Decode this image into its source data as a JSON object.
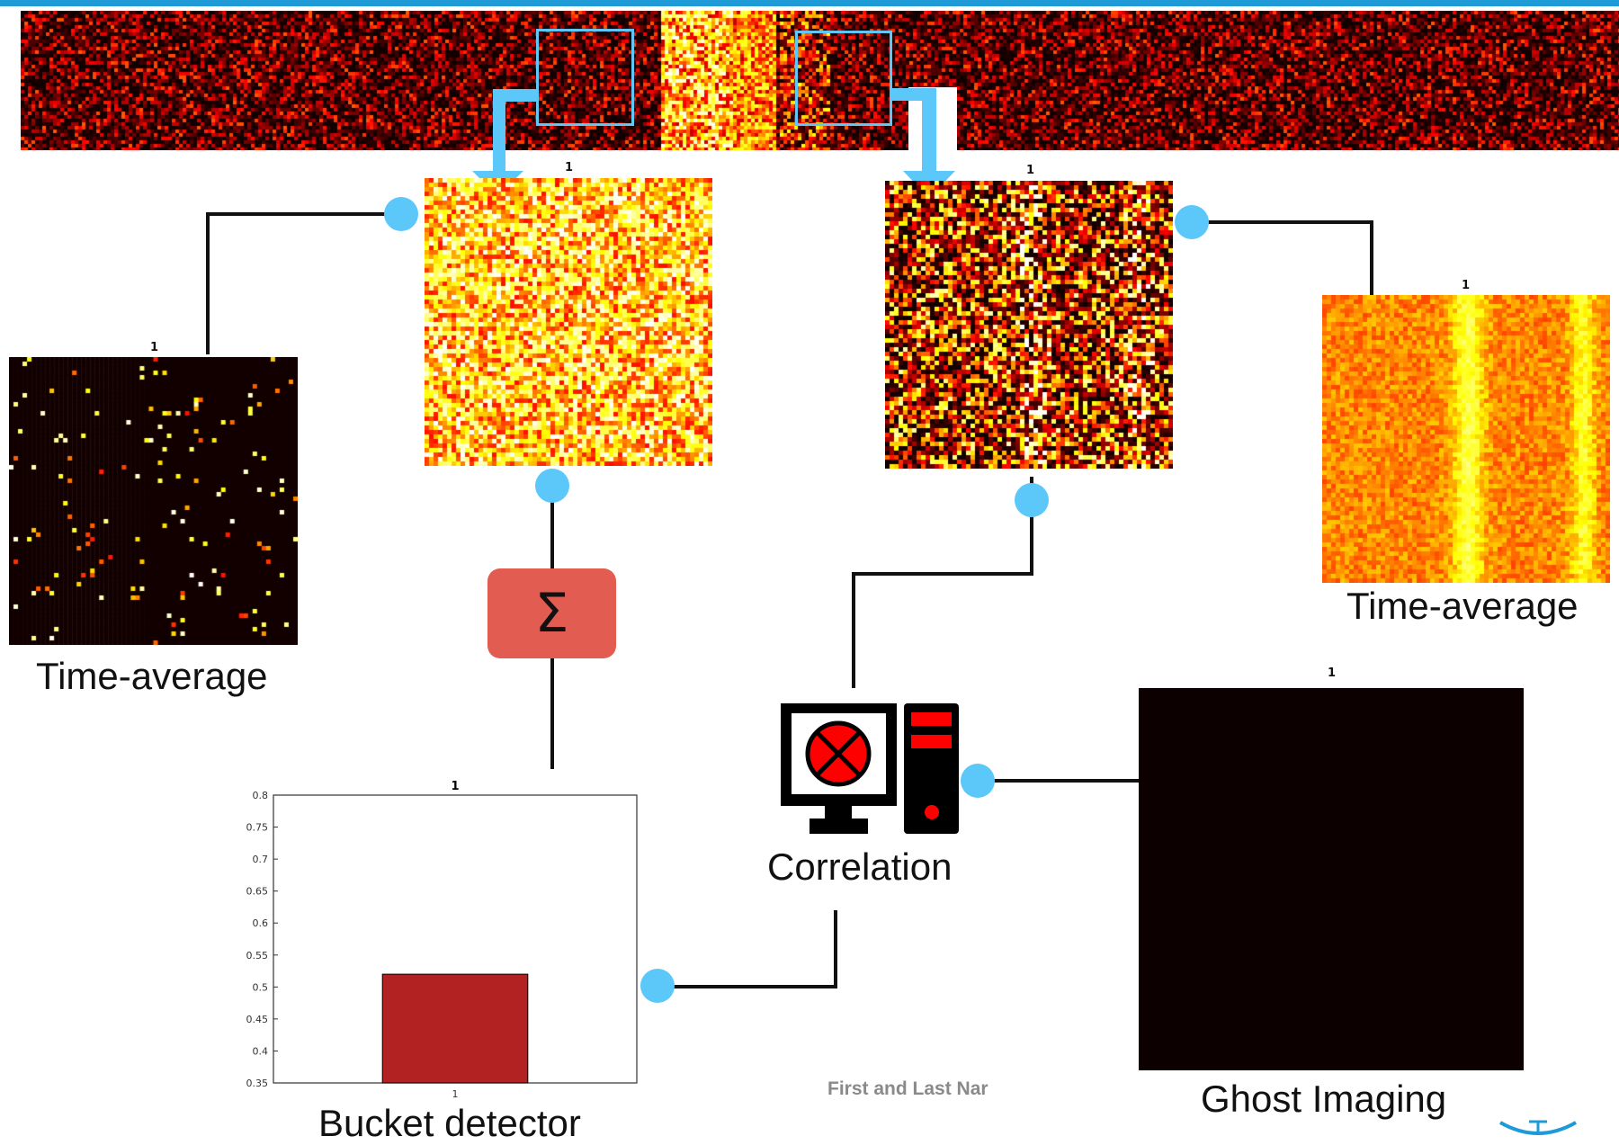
{
  "panels": {
    "left_input_title": "1",
    "right_input_title": "1",
    "left_avg_title": "1",
    "right_avg_title": "1",
    "ghost_title": "1",
    "bucket_title": "1"
  },
  "labels": {
    "time_average_left": "Time-average",
    "time_average_right": "Time-average",
    "bucket_detector": "Bucket detector",
    "correlation": "Correlation",
    "ghost_imaging": "Ghost Imaging",
    "sum_symbol": "Σ",
    "footer_name": "First and Last Nar"
  },
  "colors": {
    "accent_blue": "#5cc8fa",
    "sum_box": "#e25c52",
    "bar": "#b22222",
    "monitor_red": "#ff0000"
  },
  "icons": [
    "computer-icon",
    "sum-icon"
  ],
  "chart_data": {
    "type": "bar",
    "categories": [
      "1"
    ],
    "values": [
      0.52
    ],
    "title": "1",
    "xlabel": "",
    "ylabel": "",
    "ylim": [
      0.35,
      0.8
    ],
    "yticks": [
      "0.35",
      "0.4",
      "0.45",
      "0.5",
      "0.55",
      "0.6",
      "0.65",
      "0.7",
      "0.75",
      "0.8"
    ]
  }
}
